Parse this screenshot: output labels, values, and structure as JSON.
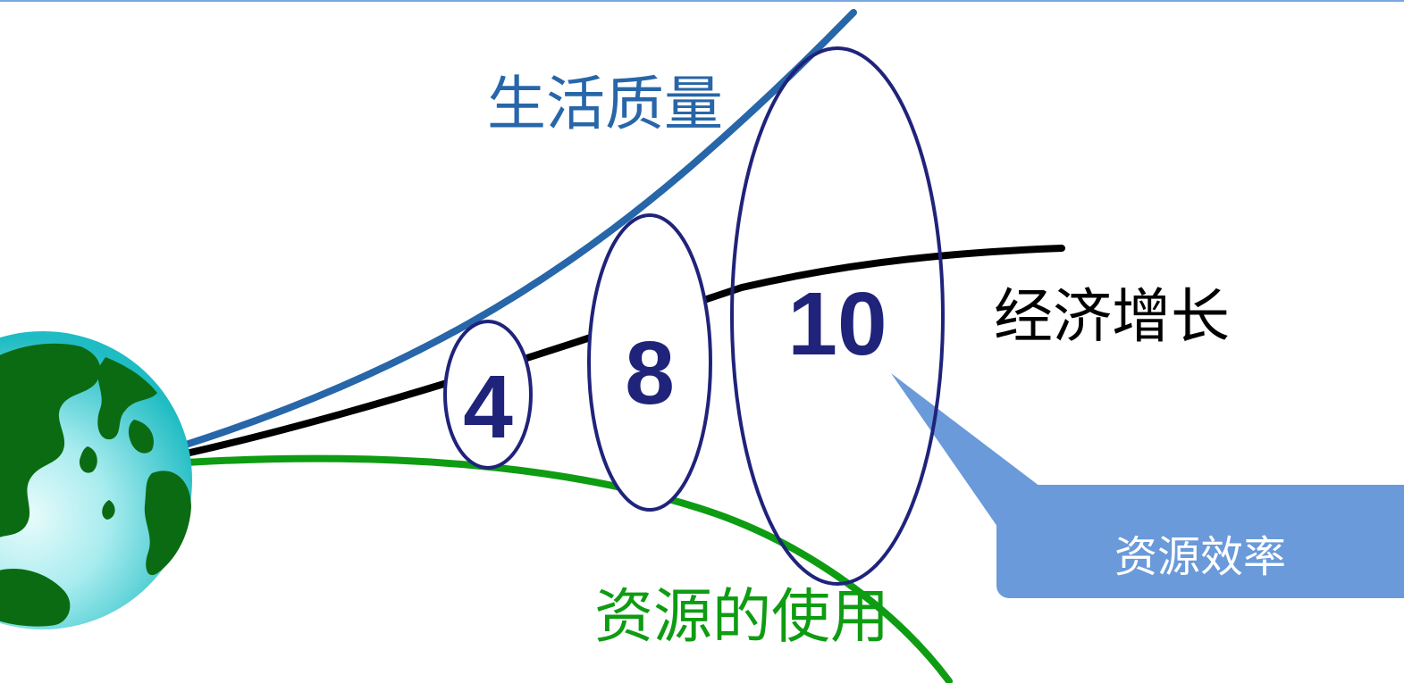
{
  "colors": {
    "quality_of_life": "#2766a8",
    "economic_growth": "#000000",
    "resource_use": "#0e9c12",
    "ellipse_stroke": "#1f237a",
    "number_fill": "#1f237a",
    "callout_fill": "#6a9ad9",
    "globe_ocean": "#23c3c8",
    "globe_land": "#0b6b12"
  },
  "labels": {
    "quality_of_life": "生活质量",
    "economic_growth": "经济增长",
    "resource_use": "资源的使用",
    "resource_efficiency": "资源效率"
  },
  "factors": [
    "4",
    "8",
    "10"
  ],
  "icons": {
    "globe": "globe-icon"
  }
}
